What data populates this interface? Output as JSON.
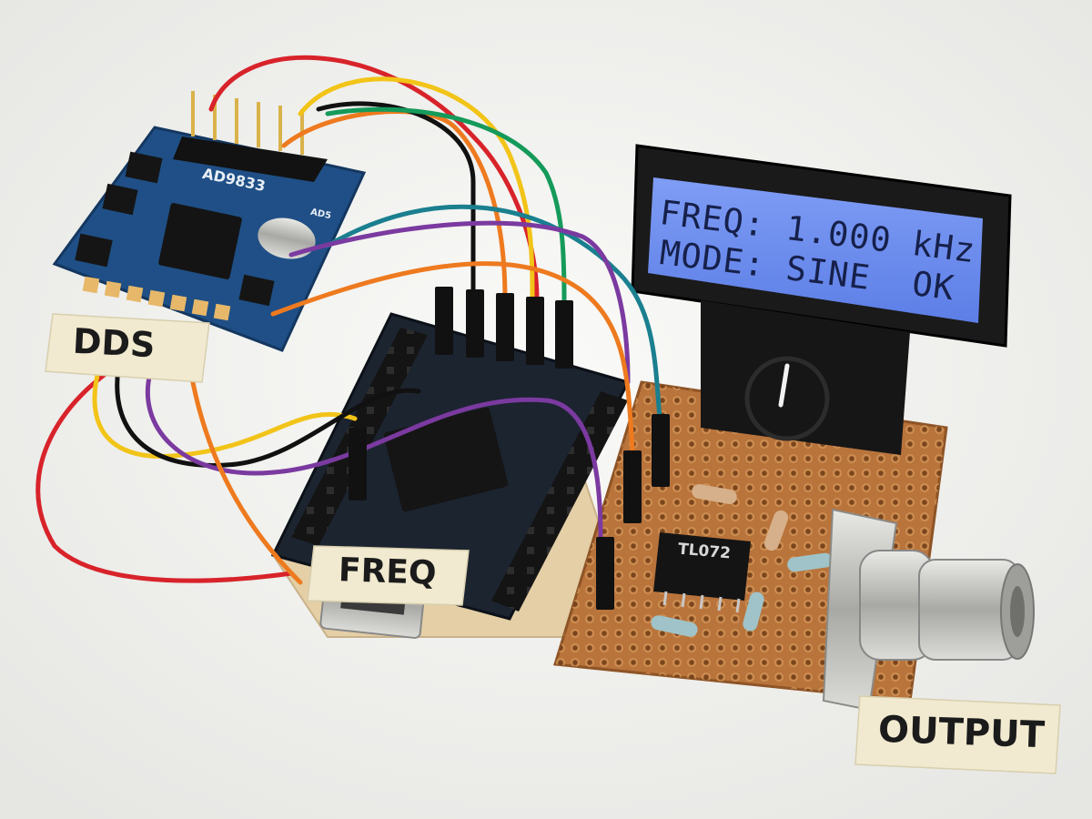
{
  "lcd": {
    "line1": "FREQ: 1.000 kHz",
    "line2": "MODE: SINE  OK",
    "backlight_color": "#6f8ff0",
    "text_color": "#16204a"
  },
  "labels": {
    "dds": "DDS",
    "freq": "FREQ",
    "output": "OUTPUT"
  },
  "chips": {
    "dds_module": "AD9833",
    "opamp": "TL072",
    "dds_silk_small": "AD5"
  },
  "colors": {
    "dds_board": "#1f4f86",
    "arduino_board": "#1c2430",
    "perfboard": "#b9743c",
    "bnc_metal": "#c9c9c6"
  },
  "wire_colors": [
    "red",
    "yellow",
    "orange",
    "black",
    "green",
    "teal",
    "purple"
  ]
}
